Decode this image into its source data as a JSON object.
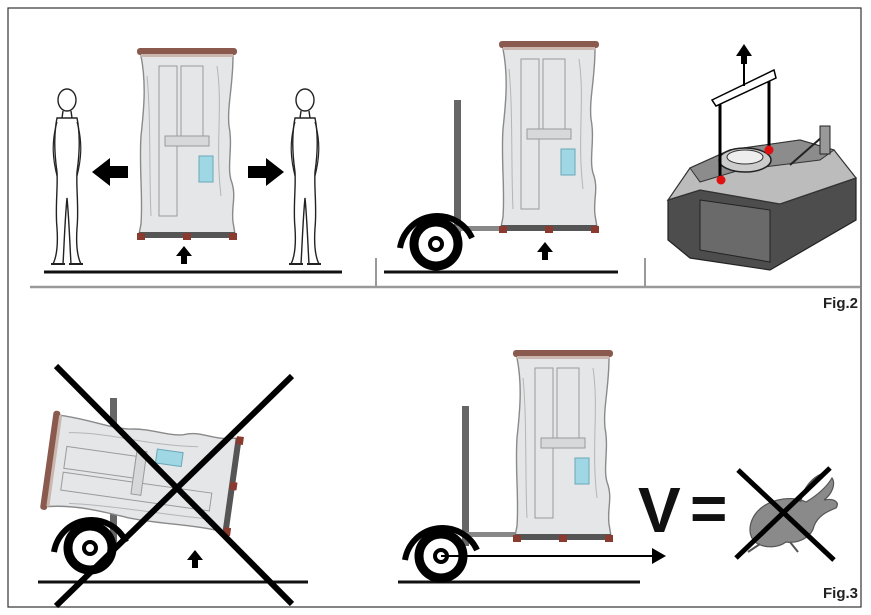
{
  "figures": {
    "fig2_label": "Fig.2",
    "fig3_label": "Fig.3"
  },
  "formula": {
    "variable": "V",
    "operator": "="
  },
  "colors": {
    "cabinet_fill": "#e4e6e8",
    "cabinet_stroke": "#8a8a8a",
    "top_cap": "#8b5a4f",
    "accent_cyan": "#9fd7e4",
    "ground": "#111111",
    "cross": "#000000",
    "red_marker": "#e01010",
    "machine_dark": "#4d4d4d",
    "machine_mid": "#8c8c8c",
    "machine_light": "#bcbcbc"
  }
}
